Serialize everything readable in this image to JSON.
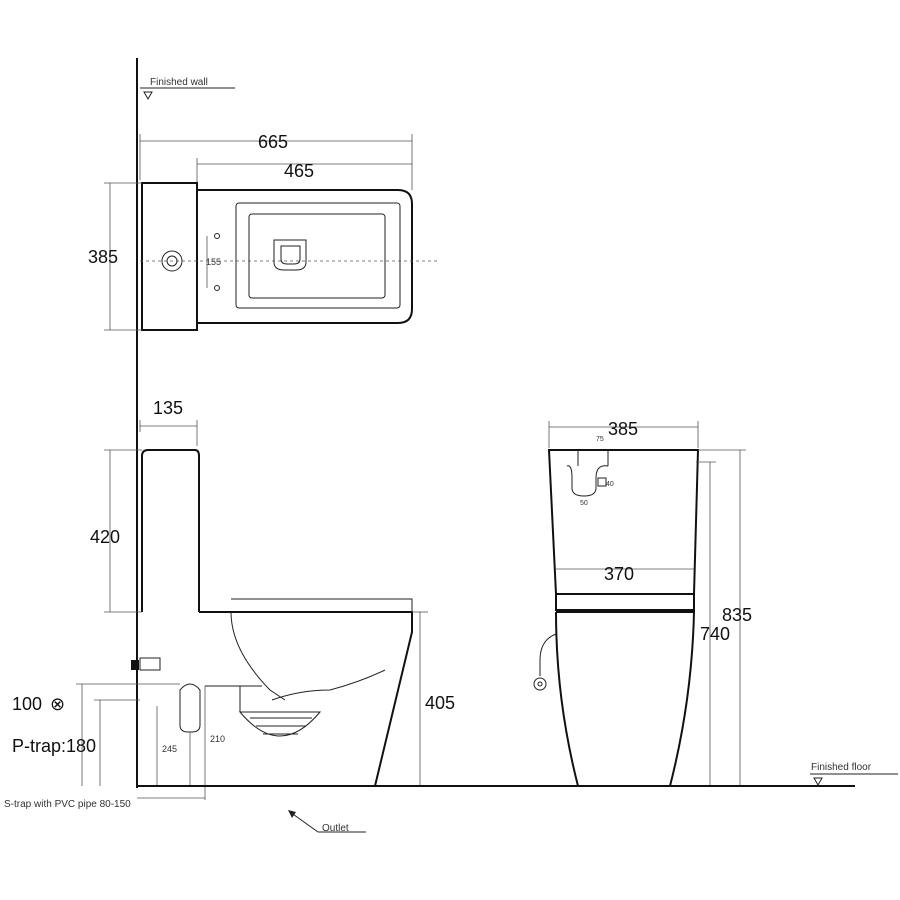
{
  "labels": {
    "finished_wall": "Finished wall",
    "finished_floor": "Finished floor",
    "outlet": "Outlet",
    "s_trap_note": "S-trap with PVC pipe 80-150",
    "p_trap": "P-trap:180",
    "p_trap_height": "100",
    "circle_symbol": "⊗"
  },
  "top_view": {
    "overall_length": "665",
    "bowl_length": "465",
    "width": "385",
    "hole_spacing": "155"
  },
  "side_view": {
    "tank_depth": "135",
    "tank_height": "420",
    "seat_height": "405",
    "trap_offset_1": "245",
    "trap_offset_2": "210"
  },
  "front_view": {
    "top_width": "385",
    "mid_width": "370",
    "overall_height": "835",
    "seat_height": "740",
    "detail_a": "75",
    "detail_b": "50",
    "detail_c": "40"
  }
}
